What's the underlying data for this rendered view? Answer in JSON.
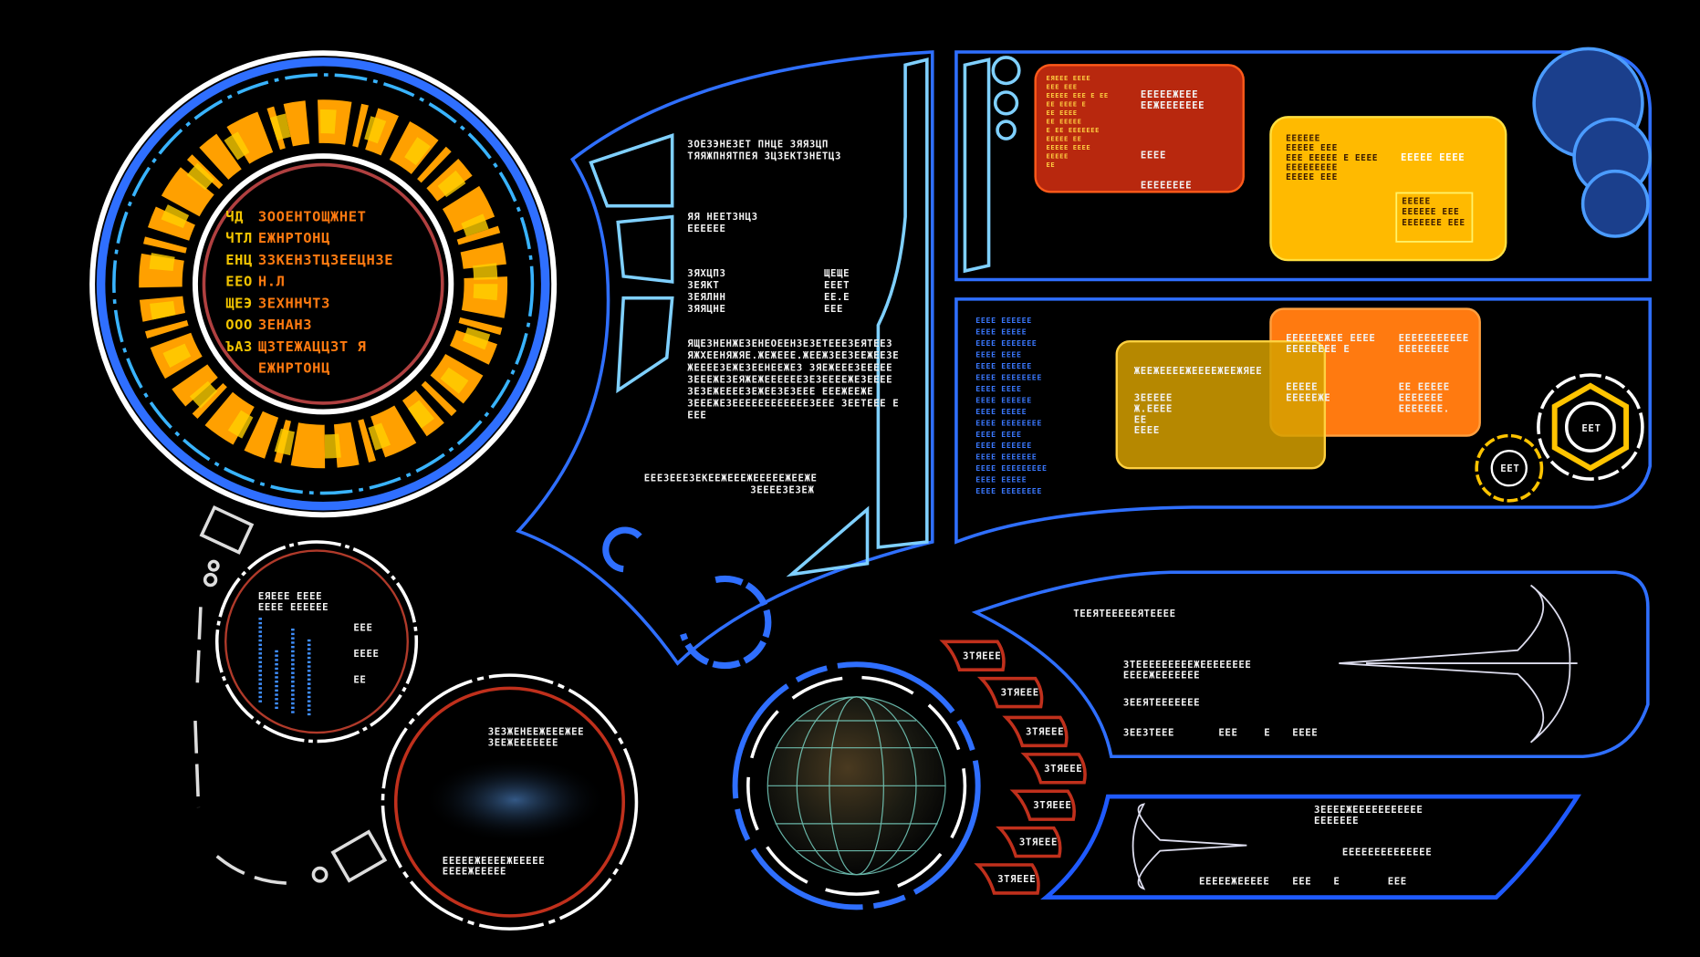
{
  "colors": {
    "blue": "#2f6fff",
    "light_blue": "#7fd0ff",
    "orange": "#ff8a10",
    "yellow": "#ffc400",
    "red": "#c0301c",
    "white": "#ffffff"
  },
  "main_dial": {
    "codes": [
      "ЧД",
      "ЧТЛ",
      "ЕНЦ",
      "ЕЕО",
      "ЩЕЭ",
      "ООО",
      "ЪАЗ"
    ],
    "lines": [
      "ЗООЕНТОЩЖНЕТ",
      "ЕЖНРТОНЦ",
      "ЗЗКЕНЗТЦЗЕЕЦНЗЕ",
      "Н.Л",
      "ЗЕХННЧТЗ",
      "ЗЕНАНЗ",
      "ЩЗТЕЖАЦЦЗТ Я",
      "ЕЖНРТОНЦ"
    ]
  },
  "center_panel": {
    "header": [
      "ЗОЕЗЭНЕЗЕТ ПНЦЕ ЗЯЯЗЦП",
      "ТЯЯЖПНЯТПЕЯ ЗЦЗЕКТЗНЕТЦЗ"
    ],
    "sub": [
      "ЯЯ НЕЕТЗНЦЗ",
      "ЕЕЕЕЕЕ"
    ],
    "rows": [
      {
        "k": "ЗЯХЦПЗ",
        "v": "ЩЕЩЕ"
      },
      {
        "k": "ЗЕЯКТ",
        "v": "ЕЕЕТ"
      },
      {
        "k": "ЗЕЯЛНН",
        "v": "ЕЕ.Е"
      },
      {
        "k": "ЗЯЯЦНЕ",
        "v": "ЕЕЕ"
      }
    ],
    "paragraph": [
      "ЯЩЕЗНЕНЖЕЗЕНЕОЕЕНЗЕЗЕТЕЕЕЗЕЯТЕЕЗ",
      "ЯЖХЕЕНЯЖЯЕ.ЖЕЖЕЕЕ.ЖЕЕЖЗЕЕЗЕЕЖЕЕЗЕ",
      "ЖЕЕЕЕЗЕЖЕЗЕЕНЕЕЖЕЗ ЗЯЕЖЕЕЕЗЕЕЕЕЕ",
      "ЗЕЕЕЖЕЗЕЯЖЕЖЕЕЕЕЕЕЗЕЗЕЕЕЕЖЕЗЕЕЕЕ",
      "ЗЕЗЕЖЕЕЕЕЗЕЖЕЕЗЕЗЕЕЕ ЕЕЕЖЕЕЖЕ",
      "ЗЕЕЕЖЕЗЕЕЕЕЕЕЕЕЕЕЕЕЗЕЕЕ ЗЕЕТЕЕЕ Е",
      "ЕЕЕ"
    ],
    "footer": [
      "ЕЕЕЗЕЕЕЗЕКЕЕЖЕЕЕЖЕЕЕЕЕЖЕЕЖЕ",
      "ЗЕЕЕЕЗЕЗЕЖ"
    ]
  },
  "top_right": {
    "red_box": {
      "left": [
        "ЕЯЕЕЕ ЕЕЕЕ",
        "ЕЕЕ ЕЕЕ",
        "ЕЕЕЕЕ ЕЕЕ Е ЕЕ",
        "ЕЕ ЕЕЕЕ Е",
        "ЕЕ ЕЕЕЕ",
        "ЕЕ ЕЕЕЕЕ",
        "Е ЕЕ ЕЕЕЕЕЕЕ",
        "ЕЕЕЕЕ ЕЕ",
        "ЕЕЕЕЕ ЕЕЕЕ",
        "ЕЕЕЕЕ",
        "ЕЕ"
      ],
      "right": [
        "ЕЕЕЕЕЖЕЕЕ",
        "ЕЕЖЕЕЕЕЕЕЕ",
        "ЕЕЕЕ",
        "ЕЕЕЕЕЕЕЕ"
      ]
    },
    "yellow_box": {
      "left": [
        "ЕЕЕЕЕЕ",
        "ЕЕЕЕЕ ЕЕЕ",
        "ЕЕЕ ЕЕЕЕЕ Е ЕЕЕЕ",
        "ЕЕЕЕЕЕЕЕЕ",
        "ЕЕЕЕЕ ЕЕЕ"
      ],
      "right": "ЕЕЕЕЕ ЕЕЕЕ",
      "inset": [
        "ЕЕЕЕЕ",
        "ЕЕЕЕЕЕ ЕЕЕ",
        "ЕЕЕЕЕЕЕ ЕЕЕ"
      ]
    }
  },
  "mid_right": {
    "blue_col": [
      "ЕЕЕЕ ЕЕЕЕЕЕ",
      "ЕЕЕЕ ЕЕЕЕЕ",
      "ЕЕЕЕ ЕЕЕЕЕЕЕ",
      "ЕЕЕЕ ЕЕЕЕ",
      "ЕЕЕЕ ЕЕЕЕЕЕ",
      "ЕЕЕЕ ЕЕЕЕЕЕЕЕ",
      "ЕЕЕЕ ЕЕЕЕ",
      "ЕЕЕЕ ЕЕЕЕЕЕ",
      "ЕЕЕЕ ЕЕЕЕЕ",
      "ЕЕЕЕ ЕЕЕЕЕЕЕЕ",
      "ЕЕЕЕ ЕЕЕЕ",
      "ЕЕЕЕ ЕЕЕЕЕЕ",
      "ЕЕЕЕ ЕЕЕЕЕЕЕ",
      "ЕЕЕЕ ЕЕЕЕЕЕЕЕЕ",
      "ЕЕЕЕ ЕЕЕЕЕ",
      "ЕЕЕЕ ЕЕЕЕЕЕЕЕ"
    ],
    "yellow_box": {
      "title": "ЖЕЕЖЕЕЕЕЖЕЕЕЕЖЕЕЖЯЕЕ",
      "lines": [
        "ЗЕЕЕЕЕ",
        "Ж.ЕЕЕЕ",
        "ЕЕ",
        "ЕЕЕЕ"
      ]
    },
    "orange_box": {
      "lines": [
        "ЕЕЕЕЕЕЖЕЕ ЕЕЕЕ",
        "ЕЕЕЕЕЕЕЕ Е",
        "ЕЕЕЕЕ",
        "ЕЕЕЕЕЖЕ"
      ],
      "right": [
        "ЕЕЕЕЕЕЕЕЕЕЕ",
        "ЕЕЕЕЕЕЕЕ",
        "ЕЕ ЕЕЕЕЕ",
        "ЕЕЕЕЕЕЕ",
        "ЕЕЕЕЕЕЕ."
      ]
    },
    "gauge_large": "ЕЕТ",
    "gauge_small": "ЕЕТ"
  },
  "left_small_dial": {
    "header": [
      "ЕЯЕЕЕ ЕЕЕЕ",
      "ЕЕЕЕ ЕЕЕЕЕЕ"
    ],
    "values": [
      "ЕЕЕ",
      "ЕЕЕЕ",
      "ЕЕ"
    ]
  },
  "nebula_dial": {
    "header": [
      "ЗЕЗЖЕНЕЕЖЕЕЕЖЕЕ",
      "ЗЕЕЖЕЕЕЕЕЕЕ"
    ],
    "footer": [
      "ЕЕЕЕЕЖЕЕЕЕЖЕЕЕЕЕ",
      "ЕЕЕЕЖЕЕЕЕЕ"
    ]
  },
  "tabs": [
    "ЗТЯЕЕЕ",
    "ЗТЯЕЕЕ",
    "ЗТЯЕЕЕ",
    "ЗТЯЕЕЕ",
    "ЗТЯЕЕЕ",
    "ЗТЯЕЕЕ",
    "ЗТЯЕЕЕ"
  ],
  "ship_panel": {
    "title": "ТЕЕЯТЕЕЕЕЕЯТЕЕЕЕ",
    "lines": [
      "ЗТЕЕЕЕЕЕЕЕЕЖЕЕЕЕЕЕЕЕ",
      "ЕЕЕЕЖЕЕЕЕЕЕЕ",
      "ЗЕЕЯТЕЕЕЕЕЕЕ"
    ],
    "stats": [
      "ЗЕЕЗТЕЕЕ",
      "ЕЕЕ",
      "Е",
      "ЕЕЕЕ"
    ]
  },
  "bottom_panel": {
    "header": [
      "ЗЕЕЕЕЖЕЕЕЕЕЕЕЕЕЕЕ",
      "ЕЕЕЕЕЕЕ"
    ],
    "sub": "ЕЕЕЕЕЕЕЕЕЕЕЕЕЕ",
    "stats": [
      "ЕЕЕЕЕЖЕЕЕЕЕ",
      "ЕЕЕ",
      "Е",
      "ЕЕЕ"
    ]
  }
}
